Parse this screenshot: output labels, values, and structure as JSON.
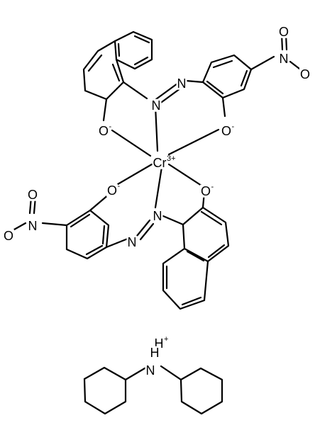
{
  "structure": {
    "metal": {
      "symbol": "Cr",
      "charge": "3+"
    },
    "cation": {
      "symbol": "H",
      "charge": "+"
    },
    "oxygen_label": {
      "symbol": "O",
      "charge": "-"
    },
    "nitrogen_label": "N",
    "nitro_labels": {
      "n": "N",
      "o": "O"
    },
    "amine_label": "N",
    "amine_h_label": "H"
  },
  "colors": {
    "ink": "#000000",
    "background": "#ffffff"
  }
}
